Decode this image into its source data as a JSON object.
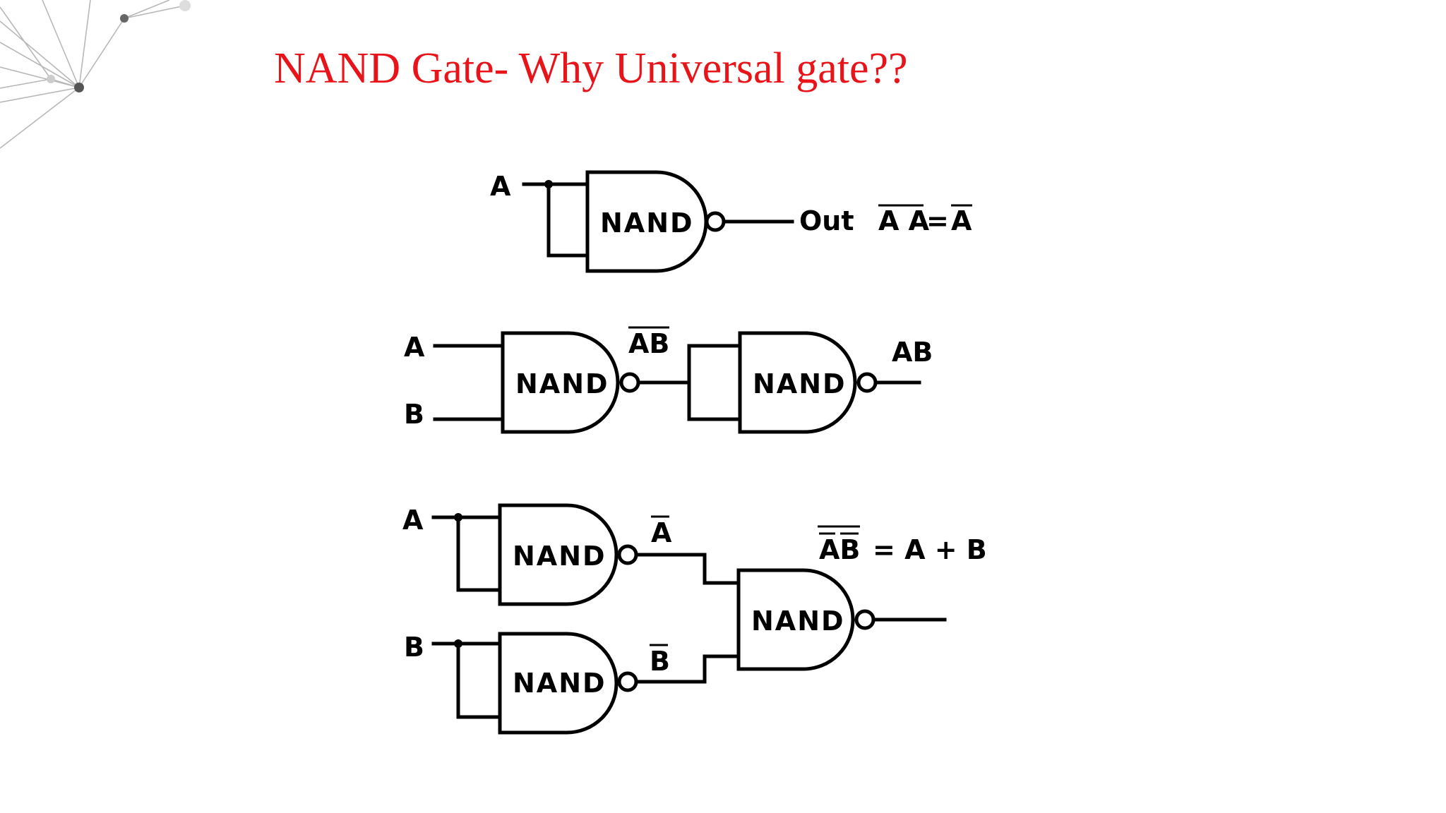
{
  "slide": {
    "title": "NAND Gate- Why Universal gate??",
    "title_color": "#e8141a"
  },
  "diagram": {
    "gate_label": "NAND",
    "circuit1": {
      "input": "A",
      "output": "Out",
      "eq_lhs": "A A",
      "eq_sign": "=",
      "eq_rhs": "A"
    },
    "circuit2": {
      "input_a": "A",
      "input_b": "B",
      "mid": "AB",
      "output": "AB"
    },
    "circuit3": {
      "input_a": "A",
      "input_b": "B",
      "abar": "A",
      "bbar": "B",
      "eq_lhs": "AB",
      "eq_rest": "= A + B"
    }
  }
}
